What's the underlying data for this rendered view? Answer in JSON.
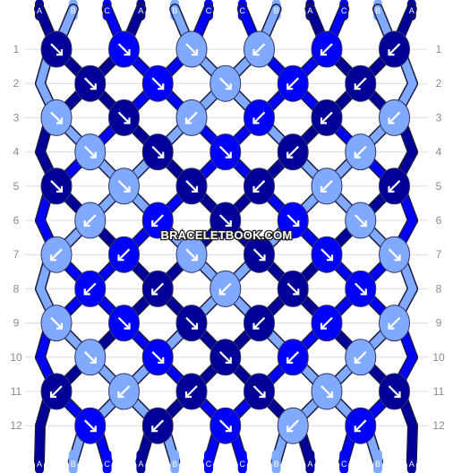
{
  "colors": {
    "A": "#000099",
    "B": "#80aaff",
    "C": "#0000ff"
  },
  "strand_order": [
    "A",
    "B",
    "C",
    "A",
    "B",
    "C",
    "C",
    "B",
    "A",
    "C",
    "B",
    "A"
  ],
  "row_labels": [
    "1",
    "2",
    "3",
    "4",
    "5",
    "6",
    "7",
    "8",
    "9",
    "10",
    "11",
    "12"
  ],
  "watermark": "BRACELETBOOK.COM",
  "knot_directions": [
    [
      "se",
      "se",
      "se",
      "sw",
      "sw",
      "sw"
    ],
    [
      "se",
      "se",
      "se",
      "sw",
      "sw"
    ],
    [
      "se",
      "se",
      "sw",
      "sw",
      "sw",
      "sw"
    ],
    [
      "se",
      "se",
      "se",
      "sw",
      "sw"
    ],
    [
      "se",
      "se",
      "se",
      "sw",
      "sw",
      "sw"
    ],
    [
      "sw",
      "sw",
      "se",
      "se",
      "se"
    ],
    [
      "sw",
      "sw",
      "se",
      "se",
      "se",
      "se"
    ],
    [
      "sw",
      "sw",
      "sw",
      "se",
      "se"
    ],
    [
      "se",
      "se",
      "se",
      "sw",
      "sw",
      "sw"
    ],
    [
      "se",
      "se",
      "se",
      "sw",
      "sw"
    ],
    [
      "sw",
      "sw",
      "sw",
      "se",
      "se",
      "se"
    ],
    [
      "se",
      "sw",
      "se",
      "sw",
      "sw"
    ]
  ]
}
